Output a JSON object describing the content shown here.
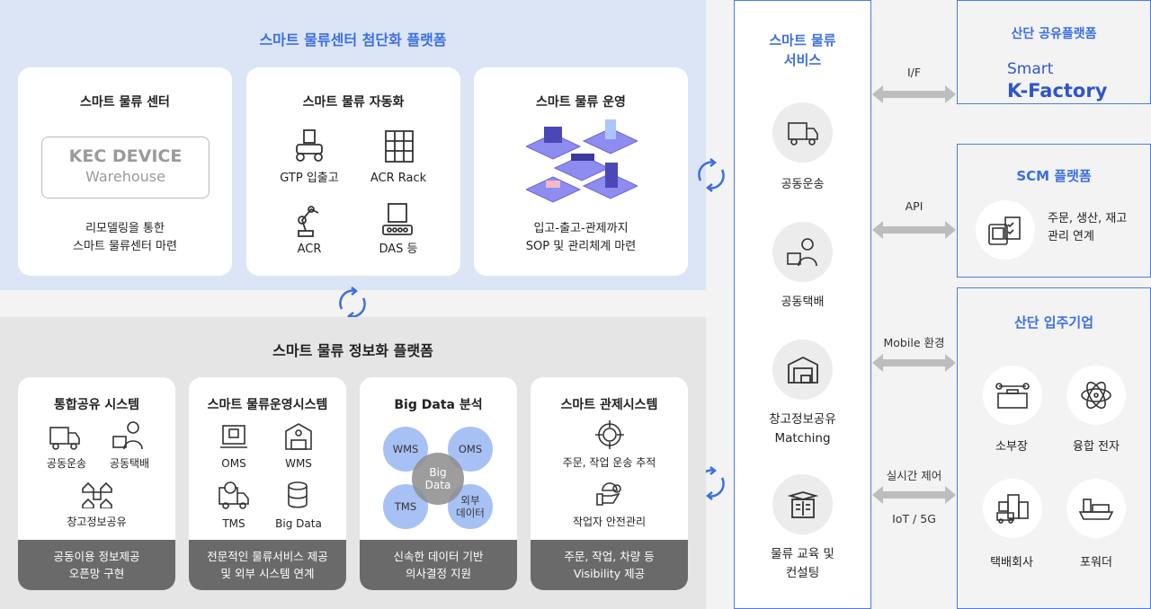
{
  "top_platform": {
    "title": "스마트 물류센터 첨단화 플랫폼",
    "cards": [
      {
        "title": "스마트 물류 센터",
        "logo_line1": "KEC DEVICE",
        "logo_line2": "Warehouse",
        "desc1": "리모델링을 통한",
        "desc2": "스마트 물류센터 마련"
      },
      {
        "title": "스마트 물류 자동화",
        "items": [
          "GTP 입출고",
          "ACR Rack",
          "ACR",
          "DAS 등"
        ]
      },
      {
        "title": "스마트 물류 운영",
        "desc1": "입고-출고-관제까지",
        "desc2": "SOP 및 관리체계 마련"
      }
    ]
  },
  "info_platform": {
    "title": "스마트 물류 정보화 플랫폼",
    "cards": [
      {
        "title": "통합공유 시스템",
        "items": [
          "공동운송",
          "공동택배",
          "창고정보공유"
        ],
        "foot1": "공동이용 정보제공",
        "foot2": "오픈망 구현"
      },
      {
        "title": "스마트 물류운영시스템",
        "items": [
          "OMS",
          "WMS",
          "TMS",
          "Big Data"
        ],
        "foot1": "전문적인 물류서비스 제공",
        "foot2": "및 외부 시스템 연계"
      },
      {
        "title": "Big Data 분석",
        "items": [
          "WMS",
          "OMS",
          "TMS",
          "외부 데이터"
        ],
        "center": "Big Data",
        "foot1": "신속한 데이터 기반",
        "foot2": "의사결정 지원"
      },
      {
        "title": "스마트 관제시스템",
        "items": [
          "주문, 작업 운송 추적",
          "작업자 안전관리"
        ],
        "foot1": "주문, 작업, 차량 등",
        "foot2": "Visibility 제공"
      }
    ]
  },
  "services": {
    "title1": "스마트 물류",
    "title2": "서비스",
    "items": [
      {
        "label": "공동운송"
      },
      {
        "label": "공동택배"
      },
      {
        "label": "창고정보공유",
        "label2": "Matching"
      },
      {
        "label": "물류 교육 및",
        "label2": "컨설팅"
      }
    ]
  },
  "connections": {
    "if": "I/F",
    "api": "API",
    "mobile": "Mobile 환경",
    "realtime": "실시간 제어",
    "iot": "IoT / 5G"
  },
  "shared_platform": {
    "title": "산단 공유플랫폼",
    "logo_line1": "Smart",
    "logo_line2": "K-Factory"
  },
  "scm": {
    "title": "SCM 플랫폼",
    "desc1": "주문, 생산, 재고",
    "desc2": "관리 연계"
  },
  "tenants": {
    "title": "산단 입주기업",
    "items": [
      "소부장",
      "융합 전자",
      "택배회사",
      "포워더"
    ]
  },
  "colors": {
    "accent": "#3b6fe0",
    "top_bg": "#dce5f5",
    "footer": "#6a6a6a"
  }
}
